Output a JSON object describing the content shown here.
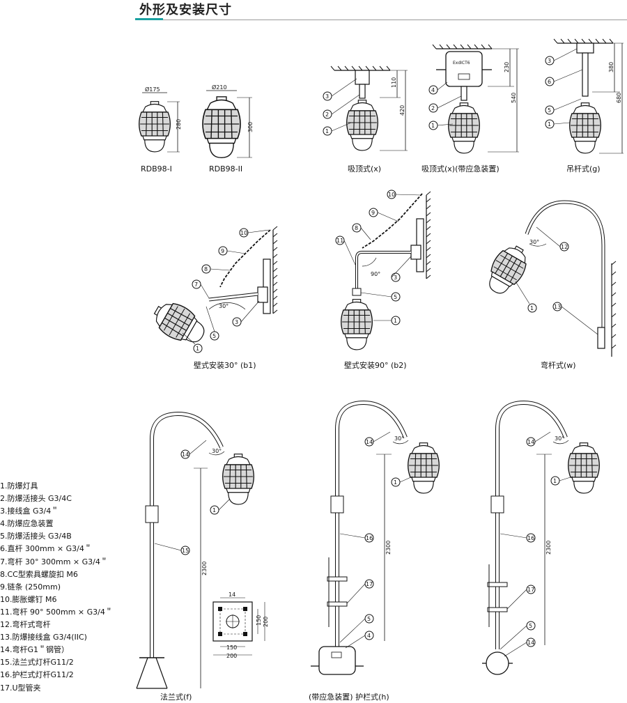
{
  "title": "外形及安装尺寸",
  "figures": {
    "rdb98_1": {
      "caption": "RDB98-I",
      "dia": "Ø175",
      "height": "280"
    },
    "rdb98_2": {
      "caption": "RDB98-II",
      "dia": "Ø210",
      "height": "300"
    },
    "x": {
      "caption": "吸顶式(x)",
      "d1": "110",
      "d2": "420"
    },
    "xe": {
      "caption": "吸顶式(x)(带应急装置)",
      "d1": "230",
      "d2": "540",
      "box_text": "ExdICT6"
    },
    "g": {
      "caption": "吊杆式(g)",
      "d1": "380",
      "d2": "680"
    },
    "b1": {
      "caption": "壁式安装30°  (b1)",
      "angle": "30°"
    },
    "b2": {
      "caption": "壁式安装90°  (b2)",
      "angle": "90°"
    },
    "w": {
      "caption": "弯杆式(w)",
      "angle": "30°"
    },
    "f": {
      "caption": "法兰式(f)",
      "angle": "30°",
      "height": "2300"
    },
    "flange": {
      "top": "14",
      "w1": "150",
      "w2": "200",
      "h1": "150",
      "h2": "200"
    },
    "h1": {
      "caption": "(带应急装置) 护栏式(h)",
      "angle": "30°",
      "height": "2300"
    },
    "h2": {
      "angle": "30°",
      "height": "2300"
    }
  },
  "legend": [
    "1.防爆灯具",
    "2.防爆活接头 G3/4C",
    "3.接线盒 G3/4＂",
    "4.防爆应急装置",
    "5.防爆活接头 G3/4B",
    "6.直杆 300mm × G3/4＂",
    "7.弯杆 30°  300mm × G3/4＂",
    "8.CC型索具螺旋扣 M6",
    "9.链条 (250mm)",
    "10.膨胀螺钉 M6",
    "11.弯杆 90°  500mm × G3/4＂",
    "12.弯杆式弯杆",
    "13.防爆接线盒 G3/4(IIC)",
    "14.弯杆G1＂钢管）",
    "15.法兰式灯杆G11/2",
    "16.护栏式灯杆G11/2",
    "17.U型管夹"
  ]
}
